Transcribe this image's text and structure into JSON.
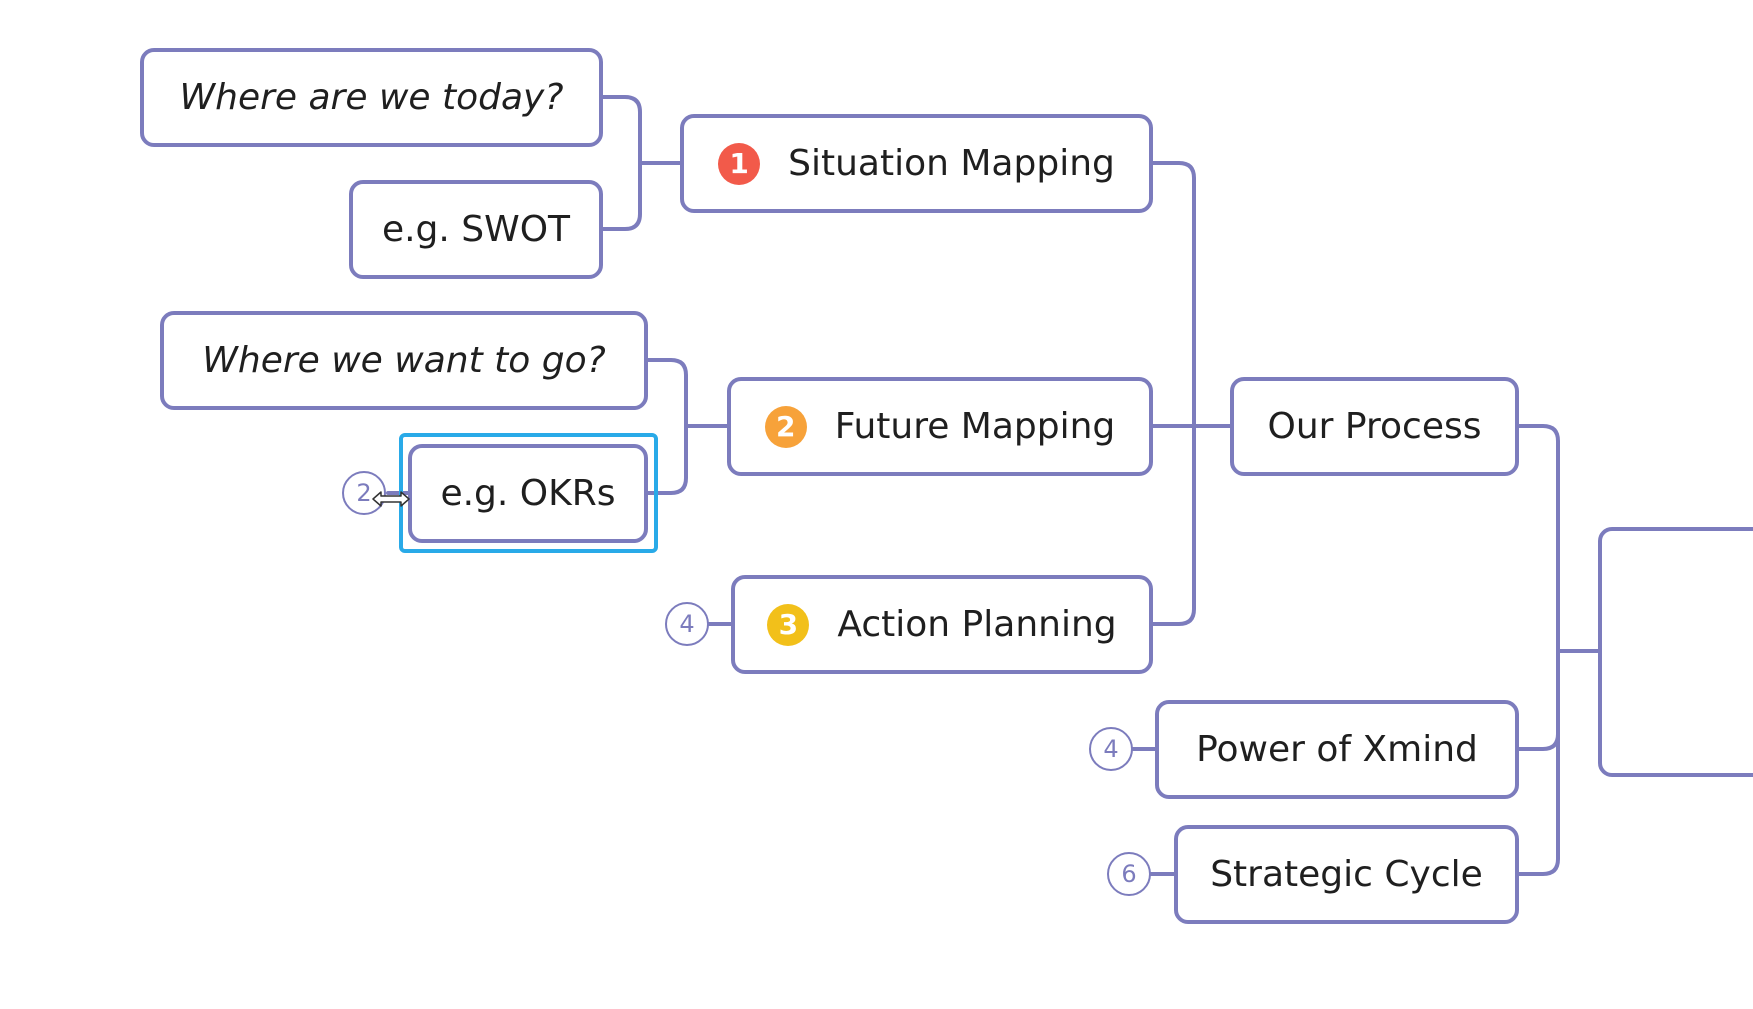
{
  "colors": {
    "line": "#7c7cbd",
    "selection": "#29aae8",
    "marker_1": "#f25a4a",
    "marker_2": "#f7a23a",
    "marker_3": "#f2c01a"
  },
  "nodes": {
    "where_today": "Where are we today?",
    "eg_swot": "e.g. SWOT",
    "situation": "Situation Mapping",
    "where_go": "Where we want to go?",
    "eg_okrs": "e.g. OKRs",
    "future": "Future Mapping",
    "action": "Action Planning",
    "process": "Our Process",
    "power": "Power of Xmind",
    "strategic": "Strategic Cycle"
  },
  "markers": {
    "situation": "1",
    "future": "2",
    "action": "3"
  },
  "collapsed_counts": {
    "eg_okrs": "2",
    "action": "4",
    "power": "4",
    "strategic": "6"
  }
}
